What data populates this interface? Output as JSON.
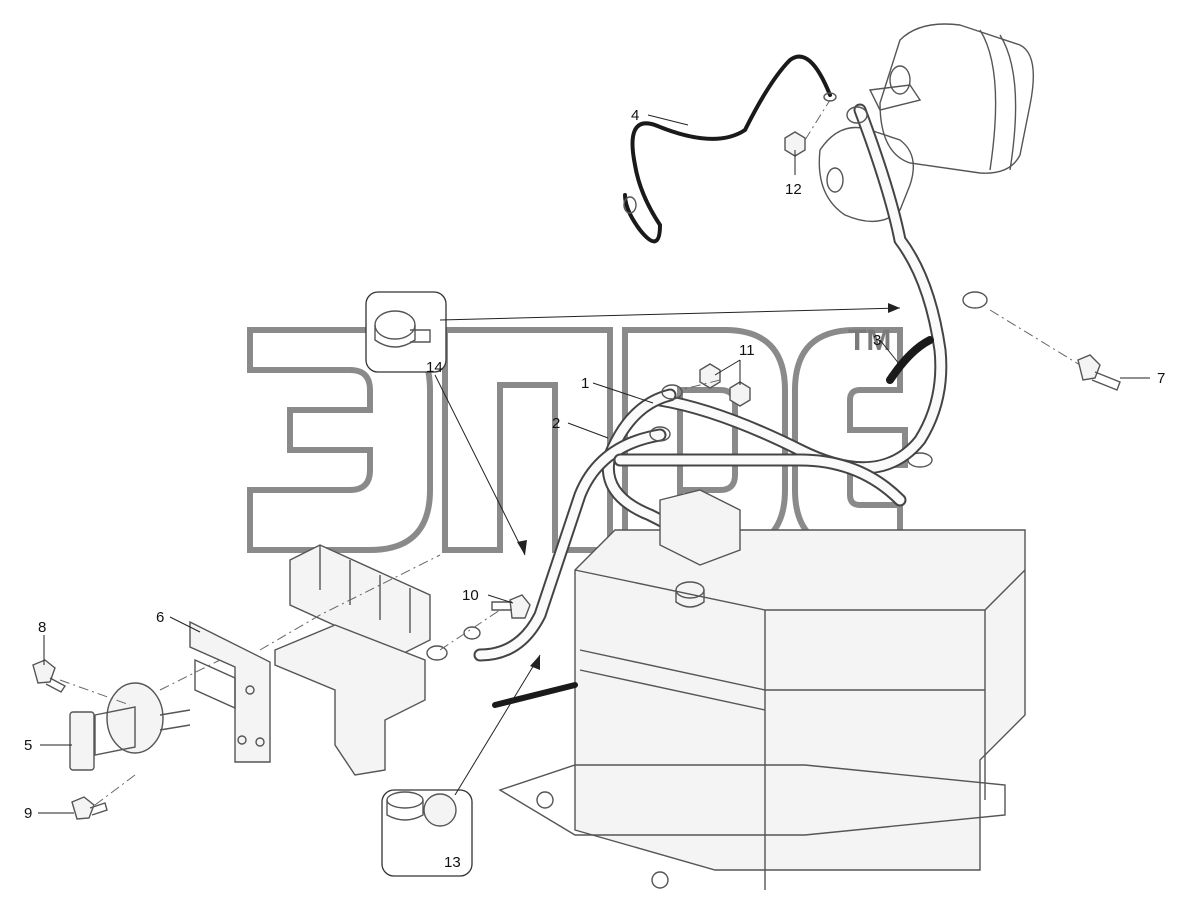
{
  "watermark": {
    "trademark": "TM"
  },
  "callouts": [
    {
      "id": "1",
      "label": "1"
    },
    {
      "id": "2",
      "label": "2"
    },
    {
      "id": "3",
      "label": "3"
    },
    {
      "id": "4",
      "label": "4"
    },
    {
      "id": "5",
      "label": "5"
    },
    {
      "id": "6",
      "label": "6"
    },
    {
      "id": "7",
      "label": "7"
    },
    {
      "id": "8",
      "label": "8"
    },
    {
      "id": "9",
      "label": "9"
    },
    {
      "id": "10",
      "label": "10"
    },
    {
      "id": "11",
      "label": "11"
    },
    {
      "id": "12",
      "label": "12"
    },
    {
      "id": "13",
      "label": "13"
    },
    {
      "id": "14",
      "label": "14"
    }
  ]
}
